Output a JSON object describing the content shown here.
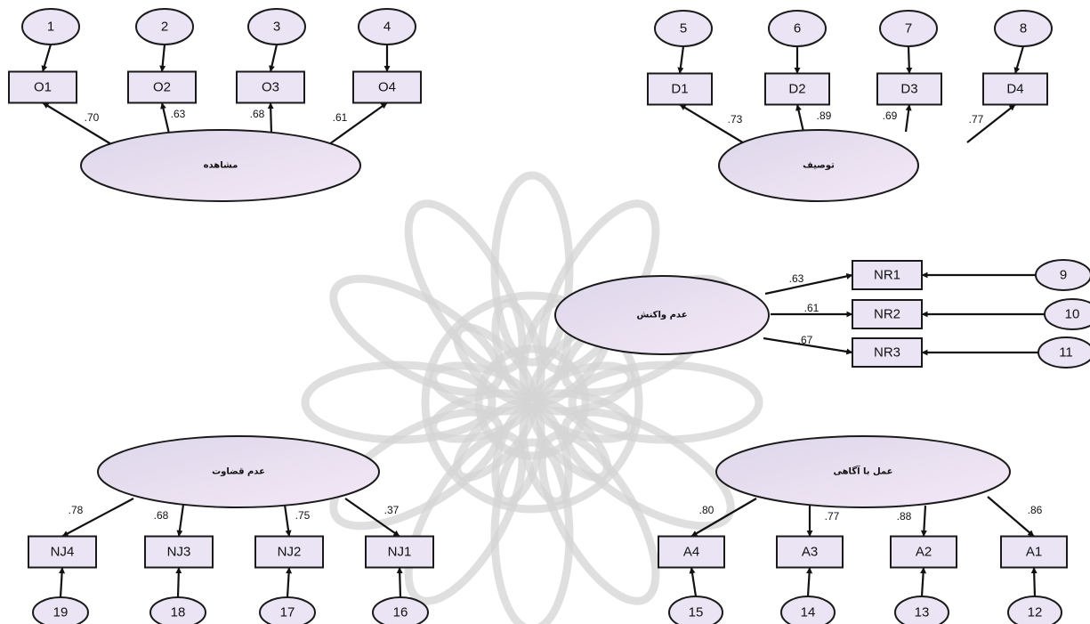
{
  "colors": {
    "node_fill": "#ebe4f4",
    "stroke": "#1a1a1a",
    "watermark": "#d4d4d4"
  },
  "watermark": {
    "icon": "persian-rosette-watermark"
  },
  "factors": [
    {
      "name": "مشاهده",
      "items": [
        {
          "label": "O1",
          "error": "1",
          "loading": ".70"
        },
        {
          "label": "O2",
          "error": "2",
          "loading": ".63"
        },
        {
          "label": "O3",
          "error": "3",
          "loading": ".68"
        },
        {
          "label": "O4",
          "error": "4",
          "loading": ".61"
        }
      ]
    },
    {
      "name": "توصیف",
      "items": [
        {
          "label": "D1",
          "error": "5",
          "loading": ".73"
        },
        {
          "label": "D2",
          "error": "6",
          "loading": ".89"
        },
        {
          "label": "D3",
          "error": "7",
          "loading": ".69"
        },
        {
          "label": "D4",
          "error": "8",
          "loading": ".77"
        }
      ]
    },
    {
      "name": "عدم واکنش",
      "items": [
        {
          "label": "NR1",
          "error": "9",
          "loading": ".63"
        },
        {
          "label": "NR2",
          "error": "10",
          "loading": ".61"
        },
        {
          "label": "NR3",
          "error": "11",
          "loading": ".67"
        }
      ]
    },
    {
      "name": "عدم قضاوت",
      "items": [
        {
          "label": "NJ4",
          "error": "19",
          "loading": ".78"
        },
        {
          "label": "NJ3",
          "error": "18",
          "loading": ".68"
        },
        {
          "label": "NJ2",
          "error": "17",
          "loading": ".75"
        },
        {
          "label": "NJ1",
          "error": "16",
          "loading": ".37"
        }
      ]
    },
    {
      "name": "عمل با آگاهی",
      "items": [
        {
          "label": "A4",
          "error": "15",
          "loading": ".80"
        },
        {
          "label": "A3",
          "error": "14",
          "loading": ".77"
        },
        {
          "label": "A2",
          "error": "13",
          "loading": ".88"
        },
        {
          "label": "A1",
          "error": "12",
          "loading": ".86"
        }
      ]
    }
  ]
}
